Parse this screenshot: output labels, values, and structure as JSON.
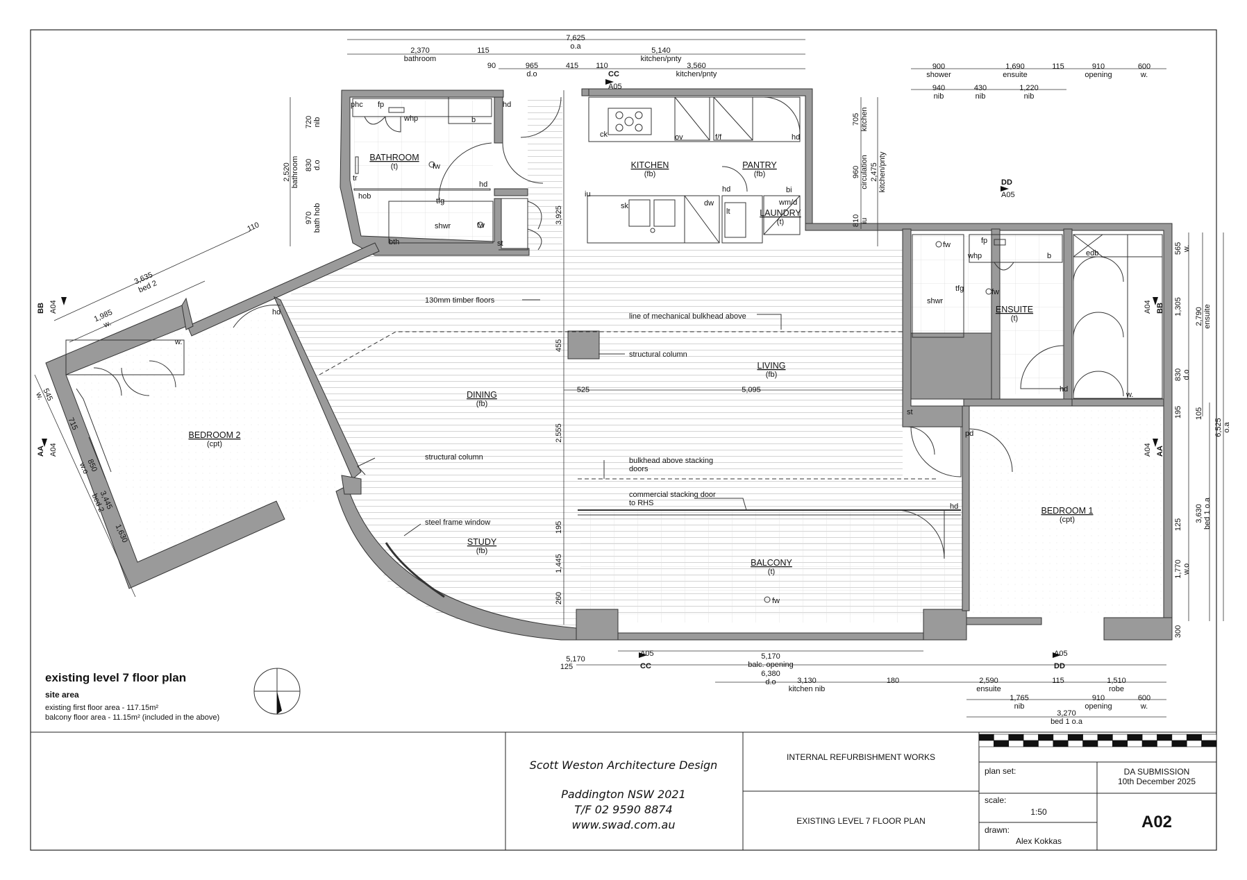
{
  "plan": {
    "title": "existing level 7 floor plan",
    "site_area_heading": "site area",
    "site_area_lines": [
      "existing first floor area - 117.15m²",
      "balcony floor area - 11.15m² (included in the above)"
    ]
  },
  "rooms": {
    "bathroom": {
      "name": "BATHROOM",
      "finish": "(t)"
    },
    "kitchen": {
      "name": "KITCHEN",
      "finish": "(fb)"
    },
    "pantry": {
      "name": "PANTRY",
      "finish": "(fb)"
    },
    "laundry": {
      "name": "LAUNDRY",
      "finish": "(t)"
    },
    "ensuite": {
      "name": "ENSUITE",
      "finish": "(t)"
    },
    "bedroom2": {
      "name": "BEDROOM 2",
      "finish": "(cpt)"
    },
    "dining": {
      "name": "DINING",
      "finish": "(fb)"
    },
    "living": {
      "name": "LIVING",
      "finish": "(fb)"
    },
    "study": {
      "name": "STUDY",
      "finish": "(fb)"
    },
    "balcony": {
      "name": "BALCONY",
      "finish": "(t)"
    },
    "bedroom1": {
      "name": "BEDROOM 1",
      "finish": "(cpt)"
    }
  },
  "fixtures": {
    "phc": "phc",
    "fp": "fp",
    "whp": "whp",
    "b": "b",
    "fw": "fw",
    "tr": "tr",
    "hob": "hob",
    "tfg": "tfg",
    "shwr": "shwr",
    "bth": "bth",
    "st": "st",
    "hd": "hd",
    "ck": "ck",
    "ov": "ov",
    "ff": "f/f",
    "iu": "iu",
    "sk": "sk",
    "dw": "dw",
    "bi": "bi",
    "wmd": "wm/d",
    "lt": "lt",
    "w": "w.",
    "edb": "edb",
    "pd": "pd"
  },
  "annotations": {
    "timber_floors": "130mm timber floors",
    "bulkhead": "line of mechanical bulkhead above",
    "structural_column": "structural column",
    "bulkhead_stacking_1": "bulkhead above stacking",
    "bulkhead_stacking_2": "doors",
    "stacking_door_1": "commercial stacking door",
    "stacking_door_2": "to RHS",
    "steel_window": "steel frame window"
  },
  "section_markers": {
    "cc": "CC",
    "dd": "DD",
    "bb": "BB",
    "aa": "AA",
    "a05": "A05",
    "a04": "A04"
  },
  "dimensions": {
    "top_oa": {
      "value": "7,625",
      "label": "o.a"
    },
    "top_row2": [
      {
        "value": "2,370",
        "label": "bathroom"
      },
      {
        "value": "115",
        "label": ""
      },
      {
        "value": "5,140",
        "label": "kitchen/pnty"
      }
    ],
    "top_row3": [
      {
        "value": "90",
        "label": ""
      },
      {
        "value": "965",
        "label": "d.o"
      },
      {
        "value": "415",
        "label": ""
      },
      {
        "value": "110",
        "label": ""
      },
      {
        "value": "3,560",
        "label": "kitchen/pnty"
      }
    ],
    "ensuite_top1": [
      {
        "value": "900",
        "label": "shower"
      },
      {
        "value": "1,690",
        "label": "ensuite"
      },
      {
        "value": "115",
        "label": ""
      },
      {
        "value": "910",
        "label": "opening"
      },
      {
        "value": "600",
        "label": "w."
      }
    ],
    "ensuite_top2": [
      {
        "value": "940",
        "label": "nib"
      },
      {
        "value": "430",
        "label": "nib"
      },
      {
        "value": "1,220",
        "label": "nib"
      }
    ],
    "bath_left": [
      {
        "value": "720",
        "label": "nib"
      },
      {
        "value": "830",
        "label": "d.o"
      },
      {
        "value": "970",
        "label": "bath hob"
      }
    ],
    "bath_left_total": {
      "value": "2,520",
      "label": "bathroom"
    },
    "kitchen_side": [
      {
        "value": "705",
        "label": "kitchen"
      },
      {
        "value": "960",
        "label": "circulation"
      },
      {
        "value": "810",
        "label": "iu"
      }
    ],
    "kitchen_side_total": {
      "value": "2,475",
      "label": "kitchen/pnty"
    },
    "mid_vertical": {
      "v1": "3,925",
      "v2": "455",
      "v3": "2,555",
      "v4": "195",
      "v5": "1,445",
      "v6": "260"
    },
    "living_h": {
      "v1": "525",
      "v2": "5,095"
    },
    "right_side": [
      {
        "value": "565",
        "label": "w."
      },
      {
        "value": "1,305",
        "label": ""
      },
      {
        "value": "830",
        "label": "d.o"
      },
      {
        "value": "195",
        "label": ""
      },
      {
        "value": "125",
        "label": ""
      },
      {
        "value": "1,770",
        "label": "w.o"
      },
      {
        "value": "300",
        "label": ""
      }
    ],
    "right_ensuite": {
      "value": "2,790",
      "label": "ensuite"
    },
    "right_105": "105",
    "right_bed1": {
      "value": "3,630",
      "label": "bed 1 o.a"
    },
    "right_oa": {
      "value": "6,525",
      "label": "o.a"
    },
    "bed2_diag": {
      "d110": "110",
      "d3635": "3,635",
      "d3635_label": "bed 2",
      "d1985": "1,985",
      "d1985_label": "w."
    },
    "bed2_left": {
      "d545": "545",
      "d545_label": "w.",
      "d715": "715",
      "d850": "850",
      "d850_label": "w.o",
      "d3445": "3,445",
      "d3445_label": "bed 2",
      "d1630": "1,630"
    },
    "bottom_balc": {
      "value": "5,170",
      "label": "balc. opening"
    },
    "bottom_do": {
      "value": "6,380",
      "label": "d.o",
      "left": "125"
    },
    "bottom_row3": [
      {
        "value": "3,130",
        "label": "kitchen nib"
      },
      {
        "value": "180",
        "label": ""
      },
      {
        "value": "2,590",
        "label": "ensuite"
      },
      {
        "value": "115",
        "label": ""
      },
      {
        "value": "1,510",
        "label": "robe"
      }
    ],
    "bottom_row4": [
      {
        "value": "1,765",
        "label": "nib"
      },
      {
        "value": "910",
        "label": "opening"
      },
      {
        "value": "600",
        "label": "w."
      }
    ],
    "bottom_bed1": {
      "value": "3,270",
      "label": "bed 1 o.a"
    }
  },
  "title_block": {
    "firm": "Scott Weston Architecture Design",
    "address": "Paddington NSW 2021",
    "phone": "T/F 02 9590 8874",
    "web": "www.swad.com.au",
    "project": "INTERNAL REFURBISHMENT WORKS",
    "drawing": "EXISTING LEVEL 7 FLOOR PLAN",
    "plan_set_label": "plan set:",
    "plan_set_value": "DA SUBMISSION",
    "plan_set_date": "10th December 2025",
    "scale_label": "scale:",
    "scale_value": "1:50",
    "drawn_label": "drawn:",
    "drawn_value": "Alex Kokkas",
    "sheet": "A02"
  }
}
